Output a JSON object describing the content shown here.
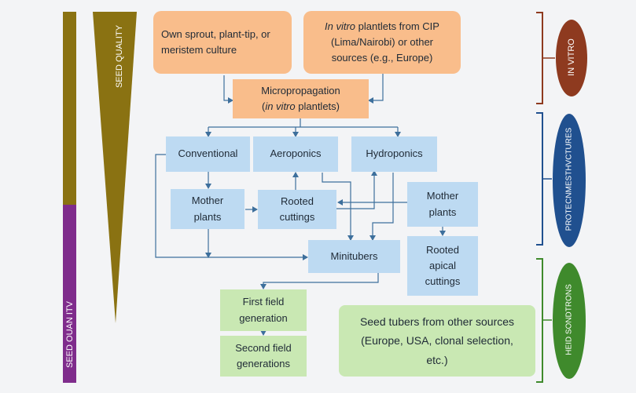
{
  "left_bar": {
    "quality_label": "SEED QUALITY",
    "quantity_label": "SEED OUAN ITV",
    "colors": {
      "top": "#8a7212",
      "bottom": "#7f2c8c",
      "triangle": "#8a7212"
    }
  },
  "boxes": {
    "own_sprout": "Own sprout, plant-tip, or meristem culture",
    "in_vitro_italic": "In vitro",
    "in_vitro_rest": " plantlets from CIP (Lima/Nairobi) or other sources (e.g., Europe)",
    "micro_title": "Micropropagation",
    "micro_italic": "in vitro",
    "micro_rest": " plantlets)",
    "micro_open": "(",
    "conventional": "Conventional",
    "aeroponics": "Aeroponics",
    "hydroponics": "Hydroponics",
    "mother_plants_left": "Mother plants",
    "rooted_cuttings": "Rooted cuttings",
    "mother_plants_right": "Mother plants",
    "minitubers": "Minitubers",
    "rooted_apical": "Rooted apical cuttings",
    "first_field": "First field generation",
    "second_field": "Second field generations",
    "seed_tubers_line1": "Seed tubers from other sources",
    "seed_tubers_line2": "(Europe, USA, clonal selection, etc.)"
  },
  "right_bar": {
    "in_vitro": "IN VITRO",
    "protected": "PROTECNMESTHVCTURES",
    "field": "HEID SONDTRONS",
    "colors": {
      "in_vitro": "#8e3a1f",
      "protected": "#20508f",
      "field": "#3f8a2c"
    }
  },
  "colors": {
    "arrow": "#3d6f9c",
    "orange": "#f9bd8b",
    "blue": "#bddaf2",
    "green": "#c9e8b3"
  }
}
